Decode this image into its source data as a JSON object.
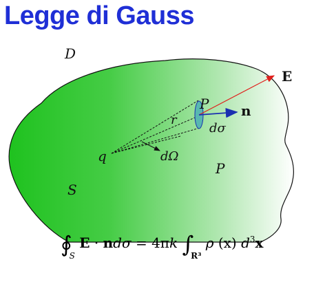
{
  "title": "Legge di Gauss",
  "labels": {
    "region": "D",
    "surface": "S",
    "charge": "q",
    "point_surface": "P",
    "point_inside": "P",
    "radius": "r",
    "area_element": "dσ",
    "solid_angle": "dΩ",
    "field": "E",
    "normal": "n"
  },
  "formula": {
    "oint": "∮",
    "oint_sub": "S",
    "E": "E",
    "dot": " · ",
    "n": "n",
    "dsigma": "dσ",
    "eq": " = 4π",
    "k": "k",
    "int": "∫",
    "int_sub": "R³",
    "rho": " ρ ",
    "paren_x": "(x)",
    "d": " d",
    "cube": "3",
    "x": "x"
  },
  "colors": {
    "title": "#1f2fd6",
    "region_fill_start": "#1fc21f",
    "region_fill_end": "#ffffff",
    "arrow_E": "#e0201c",
    "arrow_n": "#1a2fb0",
    "area_element_fill": "#58b8b0"
  }
}
